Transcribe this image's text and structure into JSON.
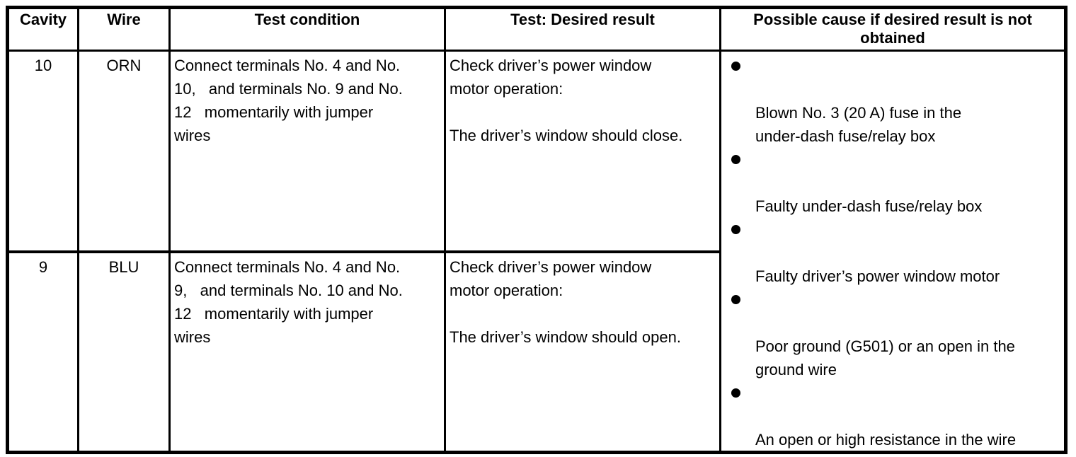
{
  "colors": {
    "border": "#000000",
    "background": "#ffffff",
    "text": "#000000"
  },
  "table": {
    "headers": {
      "cavity": "Cavity",
      "wire": "Wire",
      "condition": "Test condition",
      "result": "Test: Desired result",
      "cause": "Possible cause if desired result is not\nobtained"
    },
    "rows": [
      {
        "cavity": "10",
        "wire": "ORN",
        "condition": "Connect terminals No. 4 and No.\n10,   and terminals No. 9 and No.\n12   momentarily with jumper\nwires",
        "result": "Check driver’s power window\nmotor operation:\n\nThe driver’s window should close."
      },
      {
        "cavity": "9",
        "wire": "BLU",
        "condition": "Connect terminals No. 4 and No.\n9,   and terminals No. 10 and No.\n12   momentarily with jumper\nwires",
        "result": "Check driver’s power window\nmotor operation:\n\nThe driver’s window should open."
      }
    ],
    "causes": [
      "Blown No. 3 (20 A) fuse in the\nunder-dash fuse/relay box",
      "Faulty under-dash fuse/relay box",
      "Faulty driver’s power window motor",
      "Poor ground (G501) or an open in the\nground wire",
      "An open or high resistance in the wire"
    ]
  }
}
